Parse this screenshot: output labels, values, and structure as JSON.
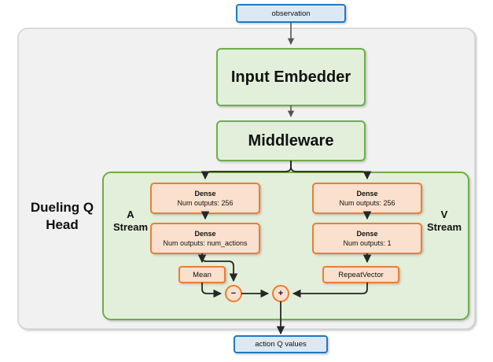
{
  "diagram": {
    "title_label": "Dueling Q Head",
    "input_node": {
      "label": "observation",
      "fill": "#dce9f5",
      "stroke": "#1f7ac4"
    },
    "output_node": {
      "label": "action Q values",
      "fill": "#dce9f5",
      "stroke": "#1f7ac4"
    },
    "outer_container": {
      "fill": "#f1f1f1",
      "stroke": "#d4d4d4"
    },
    "green_container": {
      "fill": "#e2efda",
      "stroke": "#70ad47"
    },
    "green_blocks": [
      {
        "label": "Input Embedder"
      },
      {
        "label": "Middleware"
      }
    ],
    "streams": [
      {
        "name": "A Stream",
        "line1": "A",
        "line2": "Stream"
      },
      {
        "name": "V Stream",
        "line1": "V",
        "line2": "Stream"
      }
    ],
    "a_stream_layers": [
      {
        "title": "Dense",
        "subtitle": "Num outputs: 256"
      },
      {
        "title": "Dense",
        "subtitle": "Num outputs: num_actions"
      }
    ],
    "v_stream_layers": [
      {
        "title": "Dense",
        "subtitle": "Num outputs: 256"
      },
      {
        "title": "Dense",
        "subtitle": "Num outputs: 1"
      }
    ],
    "mean_node": {
      "label": "Mean"
    },
    "repeat_node": {
      "label": "RepeatVector"
    },
    "operators": [
      {
        "name": "subtract",
        "symbol": "−"
      },
      {
        "name": "add",
        "symbol": "+"
      }
    ],
    "colors": {
      "orange_fill": "#fbe0cd",
      "orange_stroke": "#ed7d31",
      "green_fill": "#e2efda",
      "green_stroke": "#70ad47",
      "blue_fill": "#dce9f5",
      "blue_stroke": "#1f7ac4",
      "arrow": "#262626",
      "panel_fill": "#f1f1f1",
      "panel_stroke": "#d4d4d4"
    }
  }
}
